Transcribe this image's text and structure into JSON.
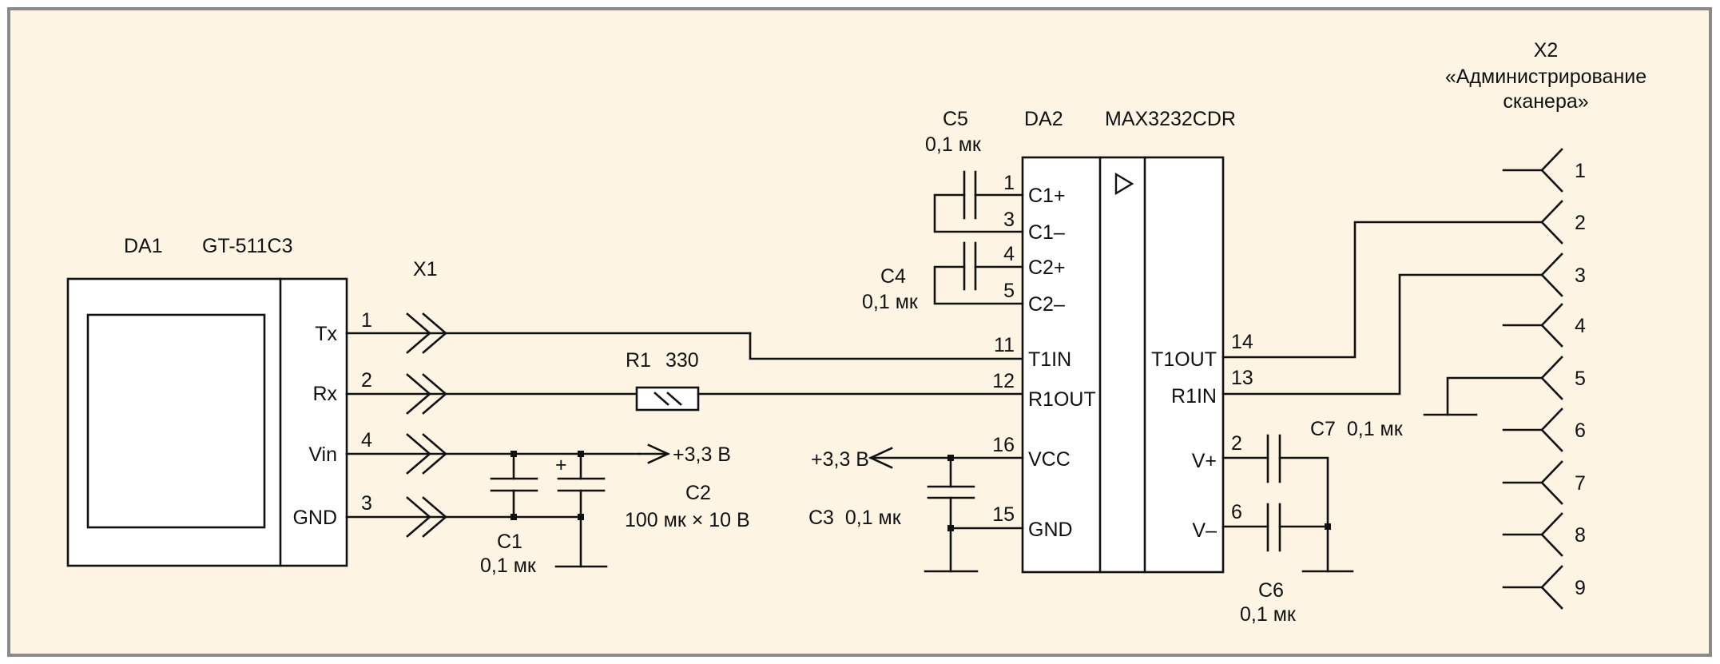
{
  "diagram": {
    "type": "electrical-schematic",
    "colors": {
      "background": "#fdf4e3",
      "frame": "#8a8a8a",
      "ink": "#111111",
      "component_fill": "#ffffff"
    },
    "da1": {
      "ref": "DA1",
      "part": "GT-511C3",
      "pins": [
        {
          "name": "Tx",
          "num": "1"
        },
        {
          "name": "Rx",
          "num": "2"
        },
        {
          "name": "Vin",
          "num": "4"
        },
        {
          "name": "GND",
          "num": "3"
        }
      ]
    },
    "x1": {
      "ref": "X1"
    },
    "r1": {
      "ref": "R1",
      "value": "330"
    },
    "c1": {
      "ref": "C1",
      "value": "0,1 мк"
    },
    "c2": {
      "ref": "C2",
      "value": "100 мк × 10 В",
      "polarity": "+"
    },
    "c3": {
      "label": "C3  0,1 мк"
    },
    "c4": {
      "ref": "C4",
      "value": "0,1 мк"
    },
    "c5": {
      "ref": "C5",
      "value": "0,1 мк"
    },
    "c6": {
      "ref": "C6",
      "value": "0,1 мк"
    },
    "c7": {
      "label": "C7  0,1 мк"
    },
    "supply_left": "+3,3 В",
    "supply_right": "+3,3 В",
    "da2": {
      "ref": "DA2",
      "part": "MAX3232CDR",
      "left_pins": [
        {
          "name": "C1+",
          "num": "1"
        },
        {
          "name": "C1–",
          "num": "3"
        },
        {
          "name": "C2+",
          "num": "4"
        },
        {
          "name": "C2–",
          "num": "5"
        },
        {
          "name": "T1IN",
          "num": "11"
        },
        {
          "name": "R1OUT",
          "num": "12"
        },
        {
          "name": "VCC",
          "num": "16"
        },
        {
          "name": "GND",
          "num": "15"
        }
      ],
      "right_pins": [
        {
          "name": "T1OUT",
          "num": "14"
        },
        {
          "name": "R1IN",
          "num": "13"
        },
        {
          "name": "V+",
          "num": "2"
        },
        {
          "name": "V–",
          "num": "6"
        }
      ],
      "symbol": "▷"
    },
    "x2": {
      "ref": "X2",
      "title_line1": "«Администрирование",
      "title_line2": "сканера»",
      "pins": [
        "1",
        "2",
        "3",
        "4",
        "5",
        "6",
        "7",
        "8",
        "9"
      ]
    }
  }
}
